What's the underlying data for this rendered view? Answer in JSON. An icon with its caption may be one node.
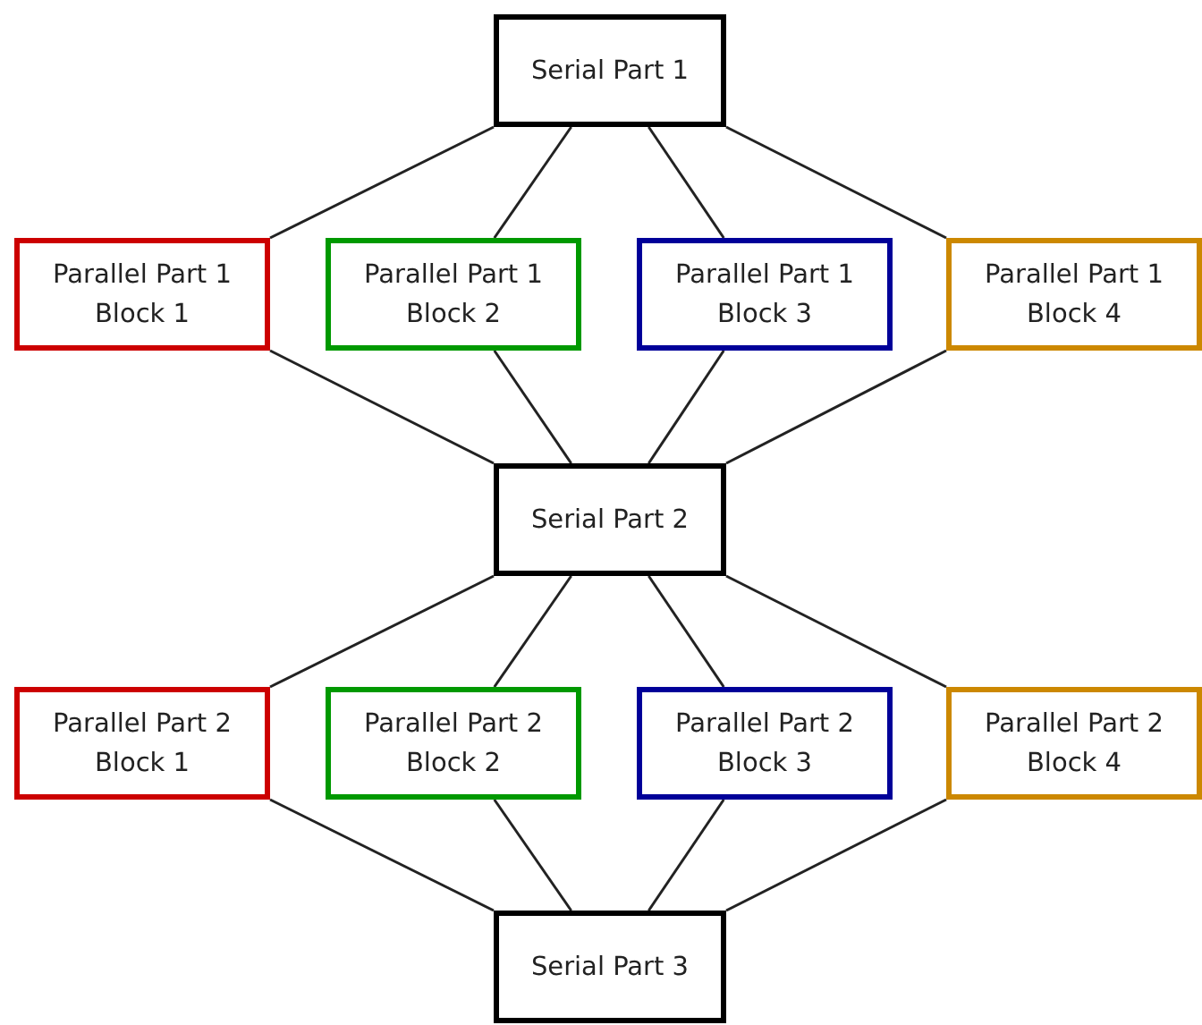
{
  "diagram": {
    "nodes": [
      {
        "text": [
          "Serial Part 1"
        ]
      },
      {
        "text": [
          "Parallel Part 1 Block 1"
        ]
      },
      {
        "text": [
          "Parallel Part 1 Block 2"
        ]
      },
      {
        "text": [
          "Parallel Part 1 Block 3"
        ]
      },
      {
        "text": [
          "Parallel Part 1 Block 4"
        ]
      },
      {
        "text": [
          "Serial Part 2"
        ]
      },
      {
        "text": [
          "Parallel Part 2 Block 1"
        ]
      },
      {
        "text": [
          "Parallel Part 2 Block 2"
        ]
      },
      {
        "text": [
          "Parallel Part 2 Block 3"
        ]
      },
      {
        "text": [
          "Parallel Part 2 Block 4"
        ]
      },
      {
        "text": [
          "Serial Part 3"
        ]
      }
    ],
    "edges": [
      {
        "from": 0,
        "to": 1,
        "arrow": "none"
      },
      {
        "from": 0,
        "to": 2,
        "arrow": "none"
      },
      {
        "from": 0,
        "to": 3,
        "arrow": "none"
      },
      {
        "from": 0,
        "to": 4,
        "arrow": "none"
      },
      {
        "from": 1,
        "to": 5,
        "arrow": "none"
      },
      {
        "from": 2,
        "to": 5,
        "arrow": "none"
      },
      {
        "from": 3,
        "to": 5,
        "arrow": "none"
      },
      {
        "from": 4,
        "to": 5,
        "arrow": "none"
      },
      {
        "from": 5,
        "to": 6,
        "arrow": "none"
      },
      {
        "from": 5,
        "to": 7,
        "arrow": "none"
      },
      {
        "from": 5,
        "to": 8,
        "arrow": "none"
      },
      {
        "from": 5,
        "to": 9,
        "arrow": "none"
      },
      {
        "from": 6,
        "to": 10,
        "arrow": "none"
      },
      {
        "from": 7,
        "to": 10,
        "arrow": "none"
      },
      {
        "from": 8,
        "to": 10,
        "arrow": "none"
      },
      {
        "from": 9,
        "to": 10,
        "arrow": "none"
      }
    ]
  }
}
